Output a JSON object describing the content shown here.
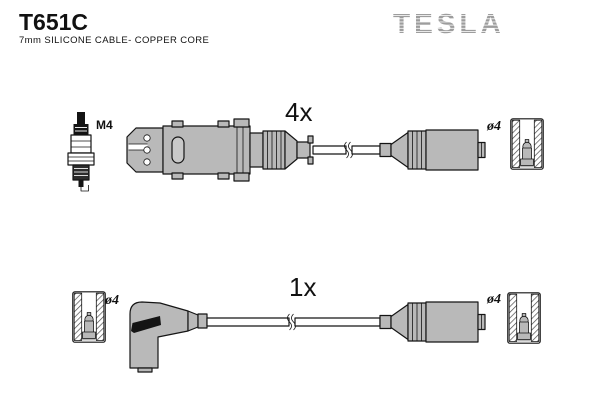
{
  "header": {
    "part_number": "T651C",
    "subtitle": "7mm SILICONE CABLE- COPPER CORE",
    "brand": "TESLA"
  },
  "top_assembly": {
    "quantity": "4x",
    "plug_thread": "M4",
    "terminal_diameter": "ø4"
  },
  "bottom_assembly": {
    "quantity": "1x",
    "left_terminal_diameter": "ø4",
    "right_terminal_diameter": "ø4"
  },
  "colors": {
    "background": "#ffffff",
    "part_fill": "#b9b9b9",
    "part_fill_light": "#c9c9c9",
    "outline": "#151515",
    "brand_gray": "#9d9d9d"
  }
}
